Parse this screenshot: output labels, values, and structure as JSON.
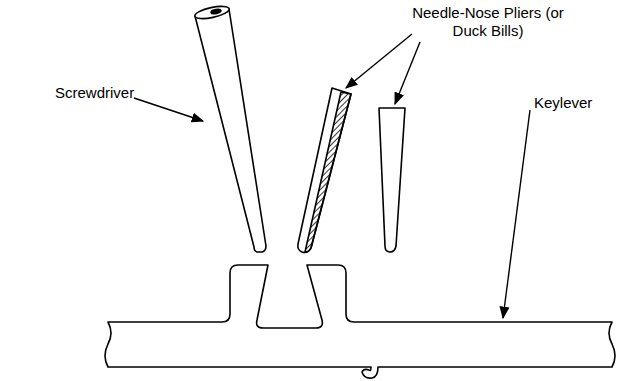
{
  "diagram": {
    "labels": [
      "Screwdriver",
      "Needle-Nose Pliers (or Duck Bills)",
      "Keylever"
    ]
  }
}
